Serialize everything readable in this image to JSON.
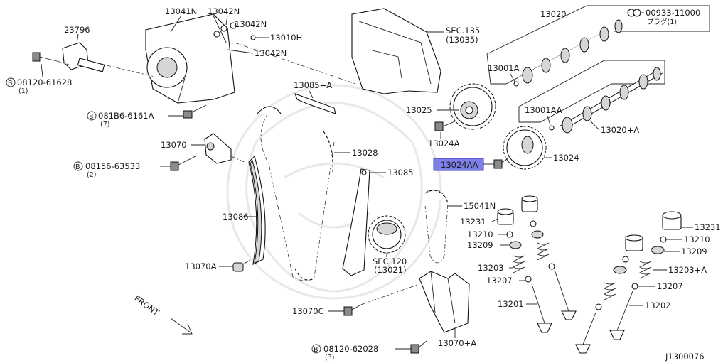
{
  "diagram_id": "J1300076",
  "highlighted_part": "13024AA",
  "direction_label": "FRONT",
  "labels": {
    "p13041N": "13041N",
    "p13042N_a": "13042N",
    "p13042N_b": "13042N",
    "p13042N_c": "13042N",
    "p13010H": "13010H",
    "p23796": "23796",
    "b08120_61628": "08120-61628",
    "b08120_61628_qty": "(1)",
    "b081B6_6161A": "081B6-6161A",
    "b081B6_6161A_qty": "(7)",
    "p13070": "13070",
    "b08156_63533": "08156-63533",
    "b08156_63533_qty": "(2)",
    "p13086": "13086",
    "p13070A": "13070A",
    "p13085A": "13085+A",
    "p13028": "13028",
    "p13085": "13085",
    "sec135": "SEC.135",
    "sec135_ref": "(13035)",
    "p13020": "13020",
    "p00933": "00933-11000",
    "p00933_note": "プラグ(1)",
    "p13001A": "13001A",
    "p13001AA": "13001AA",
    "p13020A": "13020+A",
    "p13025": "13025",
    "p13024A": "13024A",
    "p13024AA": "13024AA",
    "p13024": "13024",
    "p15041N": "15041N",
    "sec120": "SEC.120",
    "sec120_ref": "(13021)",
    "p13231_l": "13231",
    "p13210_l": "13210",
    "p13209_l": "13209",
    "p13203": "13203",
    "p13207_l": "13207",
    "p13201": "13201",
    "p13231_r": "13231",
    "p13210_r": "13210",
    "p13209_r": "13209",
    "p13203A": "13203+A",
    "p13207_r": "13207",
    "p13202": "13202",
    "p13070C": "13070C",
    "b08120_62028": "08120-62028",
    "b08120_62028_qty": "(3)",
    "p13070A_plus": "13070+A"
  },
  "bolt_prefix": "B"
}
